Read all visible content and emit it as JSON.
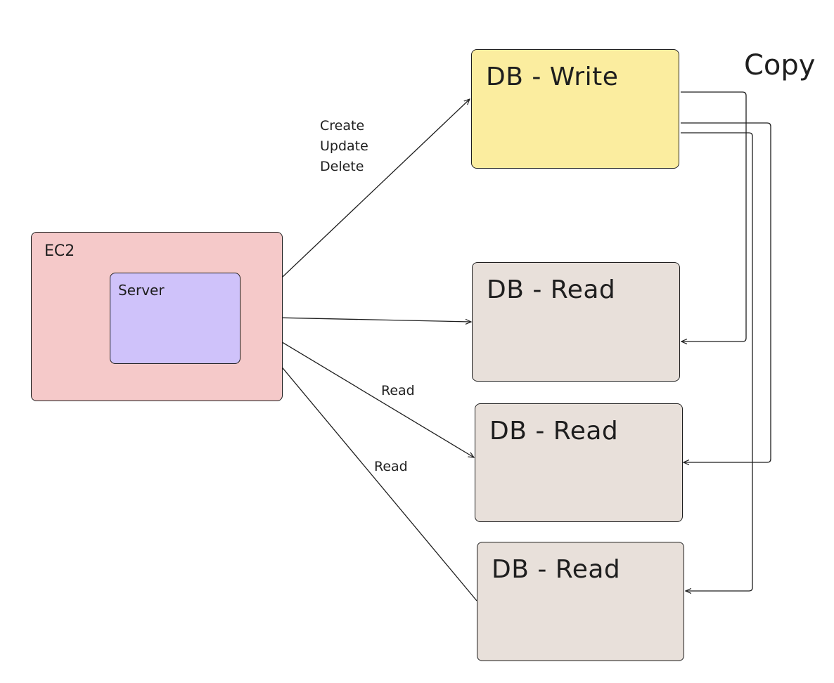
{
  "colors": {
    "ec2_fill": "#f5c9c9",
    "server_fill": "#cfc2fa",
    "write_fill": "#fbed9f",
    "read_fill": "#e8e0da",
    "stroke": "#1e1e1e"
  },
  "ec2": {
    "label": "EC2"
  },
  "server": {
    "label": "Server"
  },
  "db_write": {
    "label": "DB - Write"
  },
  "db_reads": [
    {
      "label": "DB - Read"
    },
    {
      "label": "DB - Read"
    },
    {
      "label": "DB - Read"
    }
  ],
  "edge_labels": {
    "write_ops": [
      "Create",
      "Update",
      "Delete"
    ],
    "read_1": "Read",
    "read_2": "Read",
    "copy": "Copy"
  }
}
